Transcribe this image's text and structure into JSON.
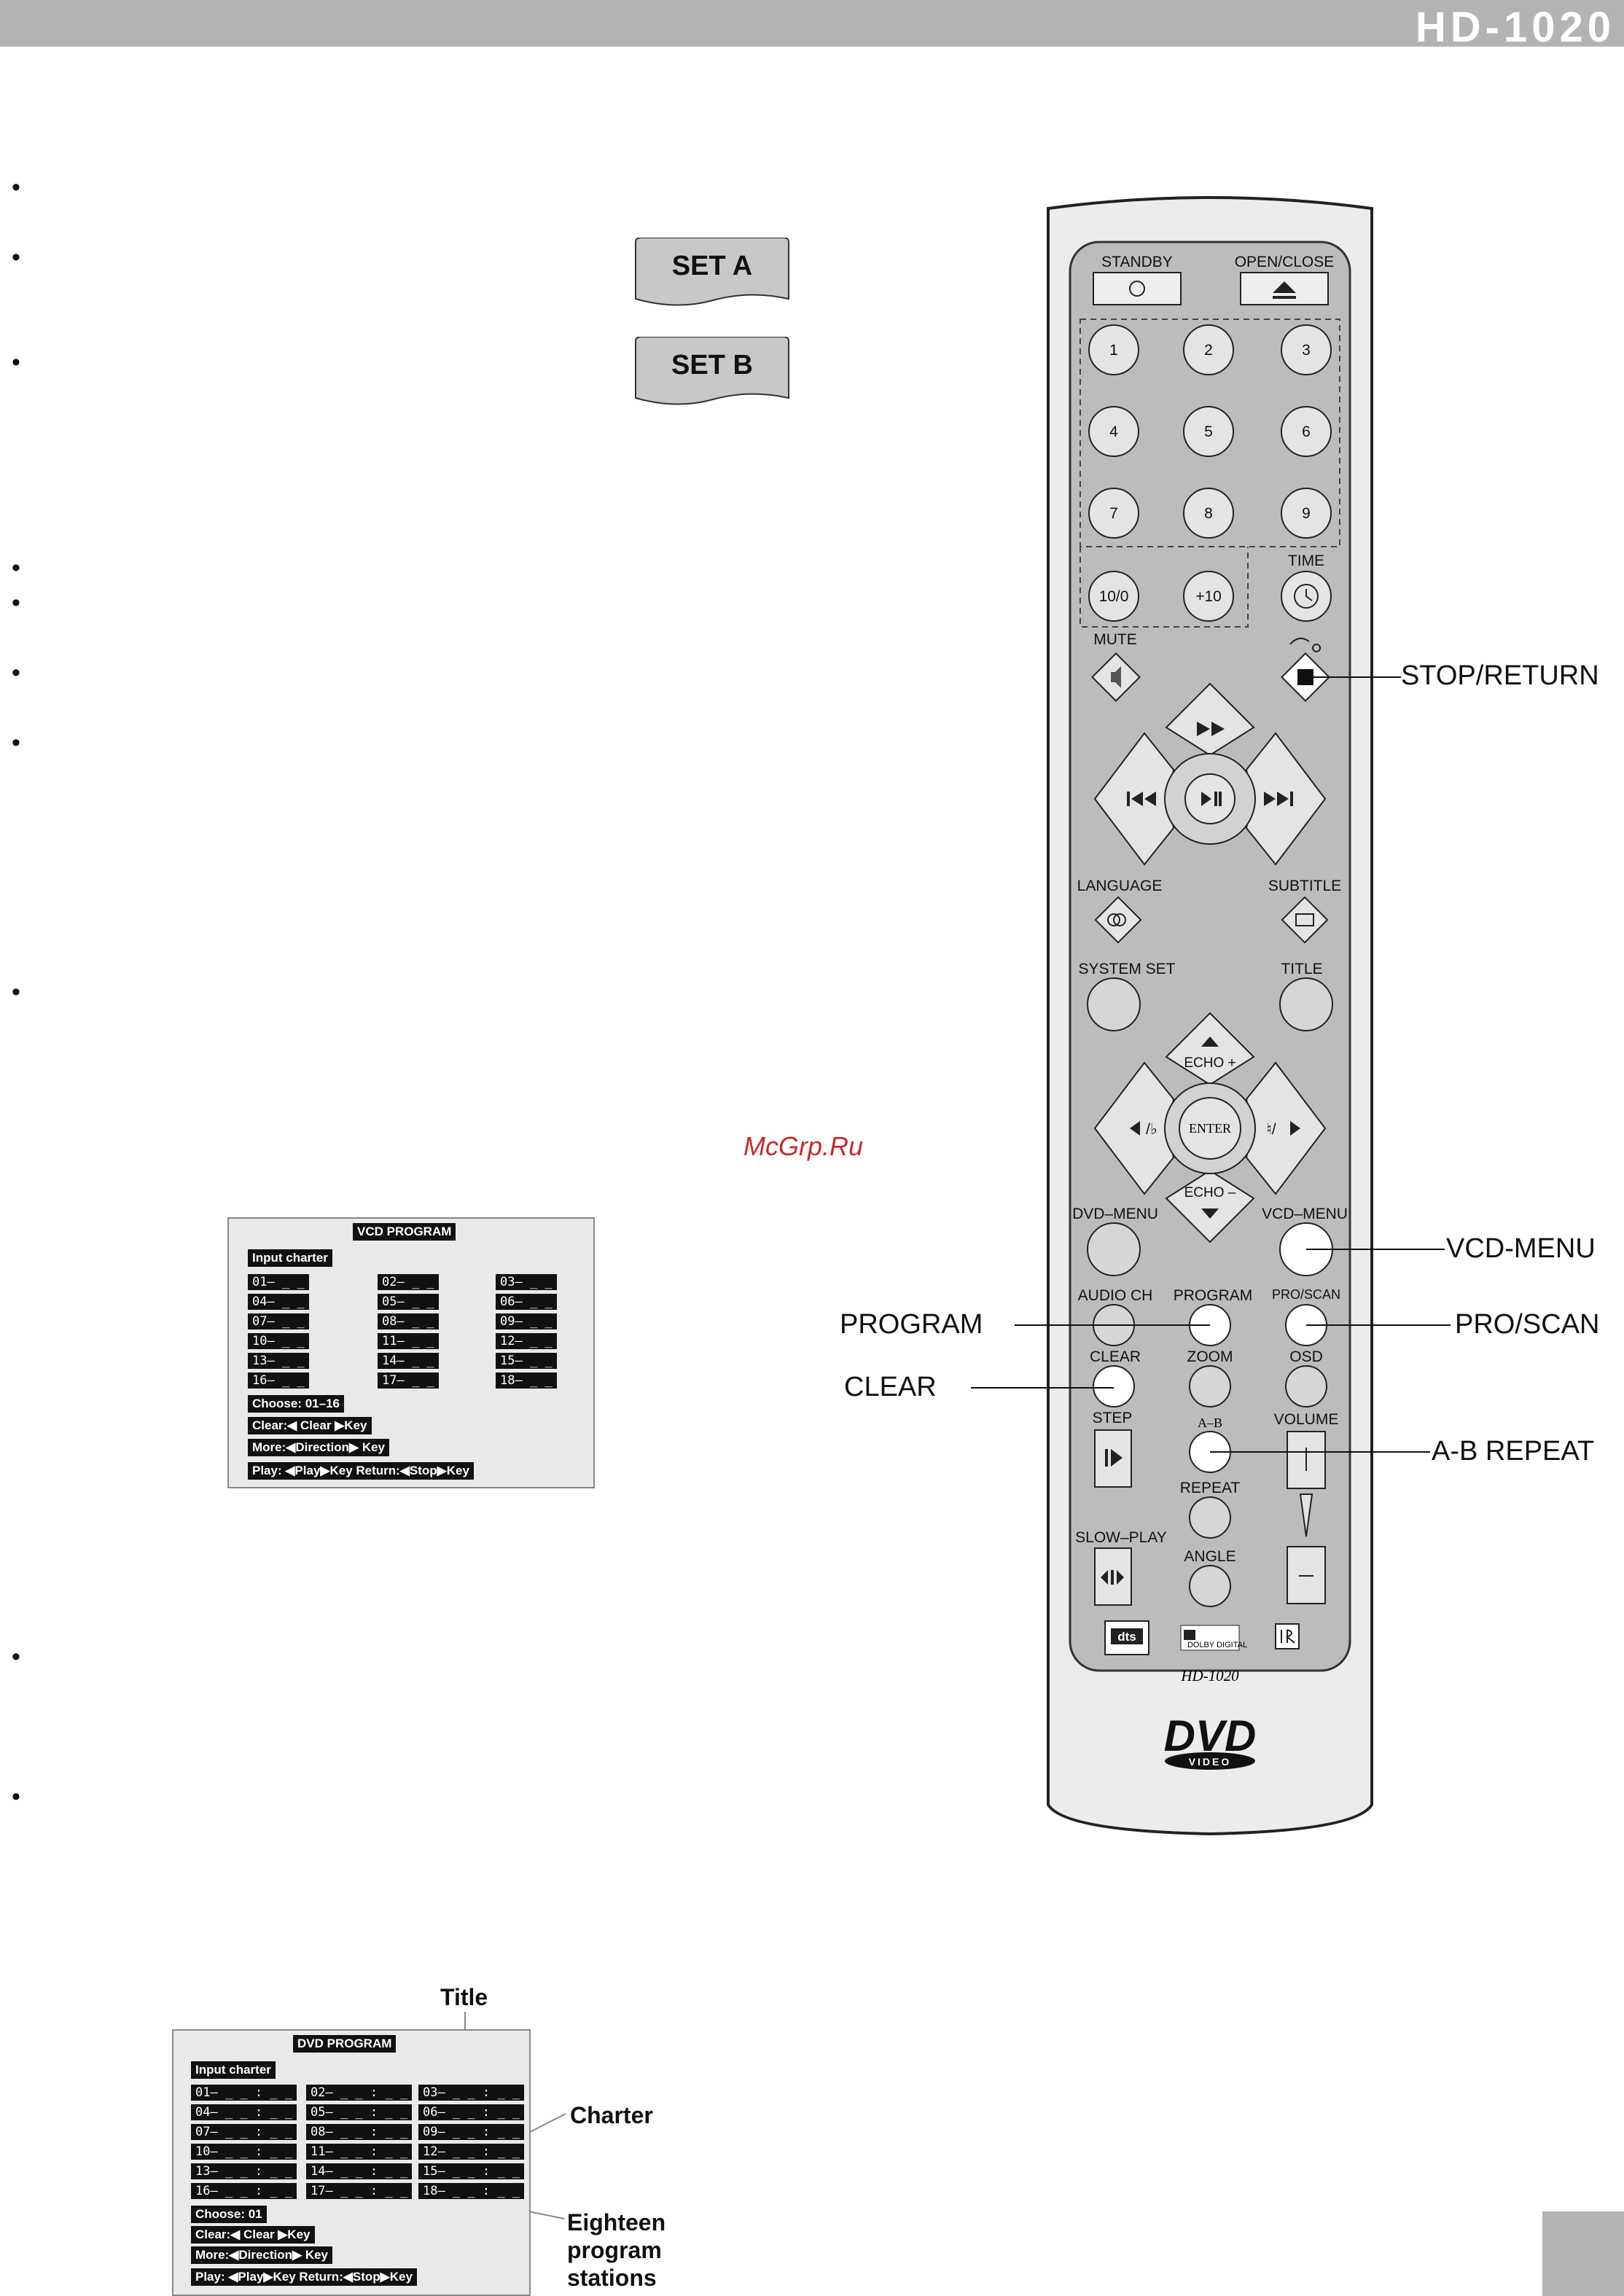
{
  "header": {
    "model": "HD-1020"
  },
  "tags": {
    "set_a": "SET A",
    "set_b": "SET B"
  },
  "watermark": "McGrp.Ru",
  "remote": {
    "standby": "STANDBY",
    "open_close": "OPEN/CLOSE",
    "digits": [
      "1",
      "2",
      "3",
      "4",
      "5",
      "6",
      "7",
      "8",
      "9",
      "10/0",
      "+10"
    ],
    "time": "TIME",
    "mute": "MUTE",
    "language": "LANGUAGE",
    "subtitle": "SUBTITLE",
    "system_set": "SYSTEM SET",
    "title": "TITLE",
    "echo_plus": "ECHO +",
    "echo_minus": "ECHO –",
    "enter": "ENTER",
    "dvd_menu": "DVD–MENU",
    "vcd_menu": "VCD–MENU",
    "audio_ch": "AUDIO CH",
    "program": "PROGRAM",
    "pro_scan": "PRO/SCAN",
    "clear": "CLEAR",
    "zoom": "ZOOM",
    "osd": "OSD",
    "step": "STEP",
    "ab": "A–B",
    "volume": "VOLUME",
    "repeat": "REPEAT",
    "slow_play": "SLOW–PLAY",
    "angle": "ANGLE",
    "model_script": "HD-1020",
    "dvd_logo": "DVD",
    "video": "VIDEO",
    "dts": "dts",
    "dolby": "DOLBY DIGITAL"
  },
  "callouts": {
    "stop_return": "STOP/RETURN",
    "vcd_menu": "VCD-MENU",
    "program": "PROGRAM",
    "pro_scan": "PRO/SCAN",
    "clear": "CLEAR",
    "ab_repeat": "A-B REPEAT"
  },
  "vcd_osd": {
    "title": "VCD PROGRAM",
    "input": "Input charter",
    "cells": [
      "01– _ _",
      "02– _ _",
      "03– _ _",
      "04– _ _",
      "05– _ _",
      "06– _ _",
      "07– _ _",
      "08– _ _",
      "09– _ _",
      "10– _ _",
      "11– _ _",
      "12– _ _",
      "13– _ _",
      "14– _ _",
      "15– _ _",
      "16– _ _",
      "17– _ _",
      "18– _ _"
    ],
    "choose": "Choose: 01–16",
    "clear": "Clear:◀ Clear ▶Key",
    "more": "More:◀Direction▶ Key",
    "play": "Play: ◀Play▶Key    Return:◀Stop▶Key"
  },
  "dvd_osd": {
    "title": "DVD PROGRAM",
    "input": "Input charter",
    "cells": [
      "01– _ _ : _ _",
      "02– _ _ : _ _",
      "03– _ _ : _ _",
      "04– _ _ : _ _",
      "05– _ _ : _ _",
      "06– _ _ : _ _",
      "07– _ _ : _ _",
      "08– _ _ : _ _",
      "09– _ _ : _ _",
      "10– _ _ : _ _",
      "11– _ _ : _ _",
      "12– _ _ : _ _",
      "13– _ _ : _ _",
      "14– _ _ : _ _",
      "15– _ _ : _ _",
      "16– _ _ : _ _",
      "17– _ _ : _ _",
      "18– _ _ : _ _"
    ],
    "choose": "Choose:        01",
    "clear": "Clear:◀ Clear ▶Key",
    "more": "More:◀Direction▶ Key",
    "play": "Play: ◀Play▶Key    Return:◀Stop▶Key",
    "ann_title": "Title",
    "ann_charter": "Charter",
    "ann_stations": "Eighteen program stations"
  }
}
